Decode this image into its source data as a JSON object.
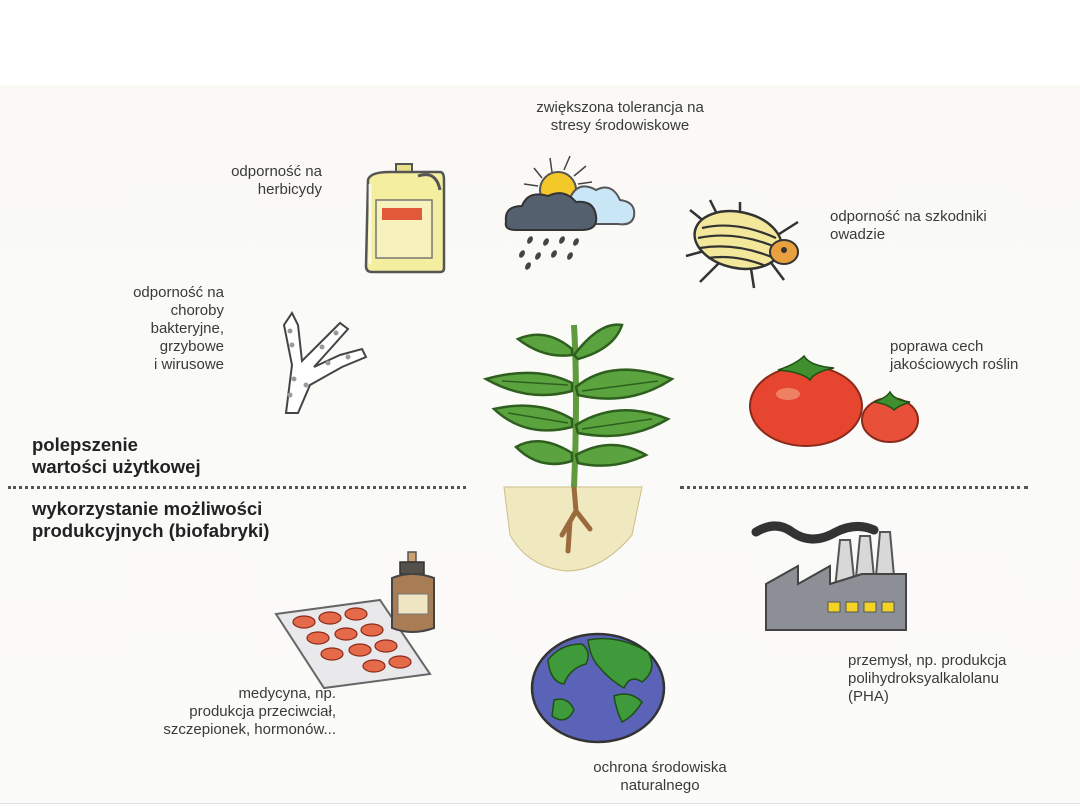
{
  "labels": {
    "stress": "zwiększona tolerancja na\nstresy środowiskowe",
    "herbicides": "odporność na\nherbicydy",
    "pests": "odporność na szkodniki\nowadzie",
    "diseases": "odporność na\nchoroby\nbakteryjne,\ngrzybowe\ni wirusowe",
    "quality": "poprawa cech\njakościowych roślin",
    "section_top": "polepszenie\nwartości użytkowej",
    "section_bottom": "wykorzystanie możliwości\nprodukcyjnych (biofabryki)",
    "industry": "przemysł, np. produkcja\npolihydroksyalkalolanu\n(PHA)",
    "medicine": "medycyna, np.\nprodukcja przeciwciał,\nszczepionek, hormonów...",
    "environment": "ochrona środowiska\nnaturalnego"
  },
  "icons": [
    "canister-icon",
    "sun-cloud-rain-icon",
    "beetle-icon",
    "fungus-hyphae-icon",
    "plant-icon",
    "tomato-icon",
    "factory-icon",
    "pills-bottle-icon",
    "globe-icon"
  ],
  "colors": {
    "leaf": "#4f9a3a",
    "tomato": "#e6452f",
    "canister": "#f3ec9c",
    "label_accent": "#e05a3a",
    "globe_water": "#5a63b8",
    "globe_land": "#3e9a3a"
  }
}
